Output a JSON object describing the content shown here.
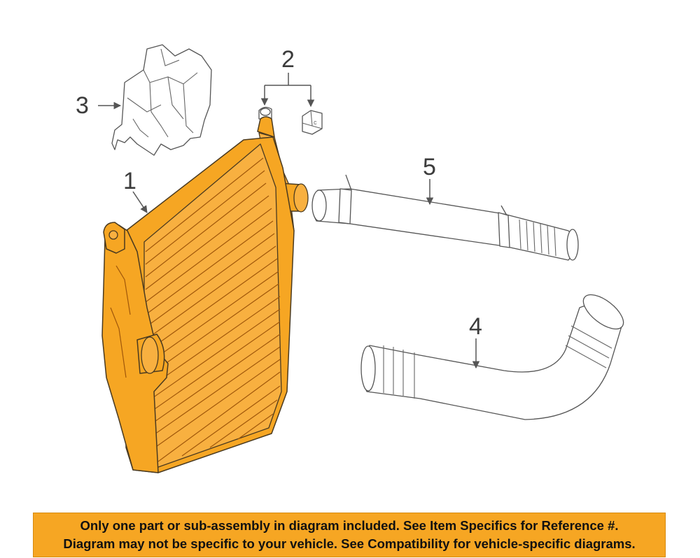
{
  "callouts": {
    "c1": "1",
    "c2": "2",
    "c3": "3",
    "c4": "4",
    "c5": "5"
  },
  "banner": {
    "line1": "Only one part or sub-assembly in diagram included. See Item Specifics for Reference #.",
    "line2": "Diagram may not be specific to your vehicle. See Compatibility for vehicle-specific diagrams."
  },
  "colors": {
    "part_highlight": "#f6a623",
    "banner_bg": "#f6a623",
    "outline": "#555555"
  }
}
